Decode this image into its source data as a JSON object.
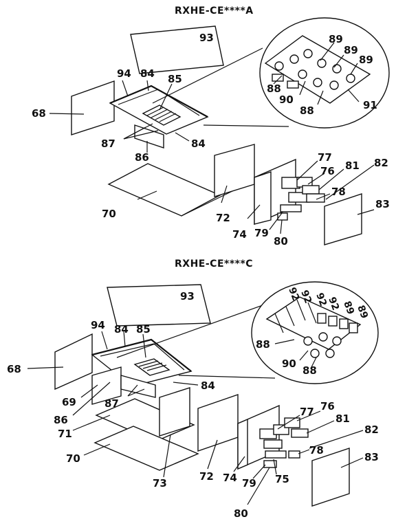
{
  "diagram_a": {
    "title": "RXHE-CE****A",
    "labels": {
      "l93": "93",
      "l94": "94",
      "l84a": "84",
      "l85": "85",
      "l68": "68",
      "l87": "87",
      "l86": "86",
      "l84b": "84",
      "l89a": "89",
      "l89b": "89",
      "l89c": "89",
      "l88a": "88",
      "l90": "90",
      "l88b": "88",
      "l91": "91",
      "l77": "77",
      "l76": "76",
      "l81": "81",
      "l82": "82",
      "l78": "78",
      "l83": "83",
      "l70": "70",
      "l72": "72",
      "l74": "74",
      "l79": "79",
      "l80": "80"
    }
  },
  "diagram_c": {
    "title": "RXHE-CE****C",
    "labels": {
      "l93": "93",
      "l94": "94",
      "l84a": "84",
      "l85": "85",
      "l68": "68",
      "l69": "69",
      "l86": "86",
      "l87": "87",
      "l84b": "84",
      "l71": "71",
      "l70": "70",
      "l73": "73",
      "l72": "72",
      "l74": "74",
      "l79": "79",
      "l80": "80",
      "l75": "75",
      "l78": "78",
      "l77": "77",
      "l76": "76",
      "l81": "81",
      "l82": "82",
      "l83": "83",
      "l92a": "92",
      "l92b": "92",
      "l92c": "92",
      "l92d": "92",
      "l89a": "89",
      "l89b": "89",
      "l88a": "88",
      "l90": "90",
      "l88b": "88"
    }
  }
}
